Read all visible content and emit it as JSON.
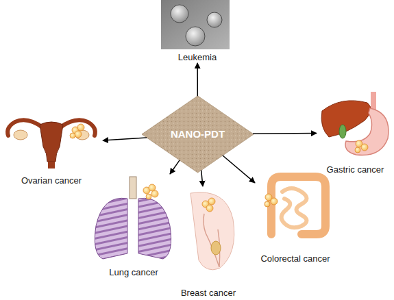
{
  "diagram": {
    "nodes": [
      {
        "text": [
          "Leukemia"
        ]
      },
      {
        "text": [
          "Ovarian cancer"
        ]
      },
      {
        "text": [
          "NANO-PDT"
        ]
      },
      {
        "text": [
          "Gastric cancer"
        ]
      },
      {
        "text": [
          "Colorectal cancer"
        ]
      },
      {
        "text": [
          "Lung cancer"
        ]
      },
      {
        "text": [
          "Breast cancer"
        ]
      }
    ],
    "edges": [
      {
        "from": 2,
        "to": 0,
        "arrow": "to"
      },
      {
        "from": 2,
        "to": 3,
        "arrow": "to"
      },
      {
        "from": 2,
        "to": 4,
        "arrow": "to"
      },
      {
        "from": 2,
        "to": 6,
        "arrow": "to"
      },
      {
        "from": 2,
        "to": 5,
        "arrow": "to"
      },
      {
        "from": 2,
        "to": 1,
        "arrow": "to"
      }
    ]
  }
}
